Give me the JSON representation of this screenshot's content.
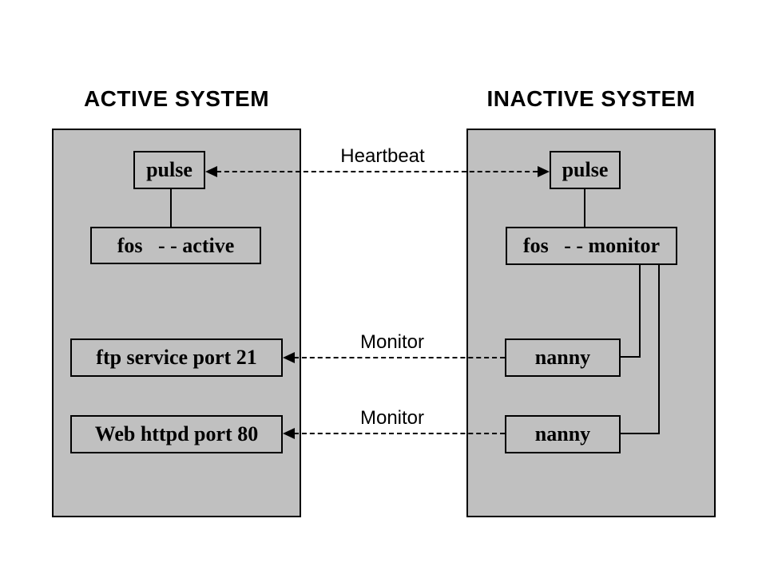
{
  "active_system": {
    "title": "ACTIVE SYSTEM",
    "pulse": "pulse",
    "fos": "fos   - - active",
    "ftp": "ftp service port 21",
    "web": "Web httpd port 80"
  },
  "inactive_system": {
    "title": "INACTIVE SYSTEM",
    "pulse": "pulse",
    "fos": "fos   - - monitor",
    "nanny_ftp": "nanny",
    "nanny_web": "nanny"
  },
  "labels": {
    "heartbeat": "Heartbeat",
    "monitor_ftp": "Monitor",
    "monitor_web": "Monitor"
  },
  "colors": {
    "panel_fill": "#c0c0c0",
    "border": "#000000",
    "background": "#ffffff"
  }
}
